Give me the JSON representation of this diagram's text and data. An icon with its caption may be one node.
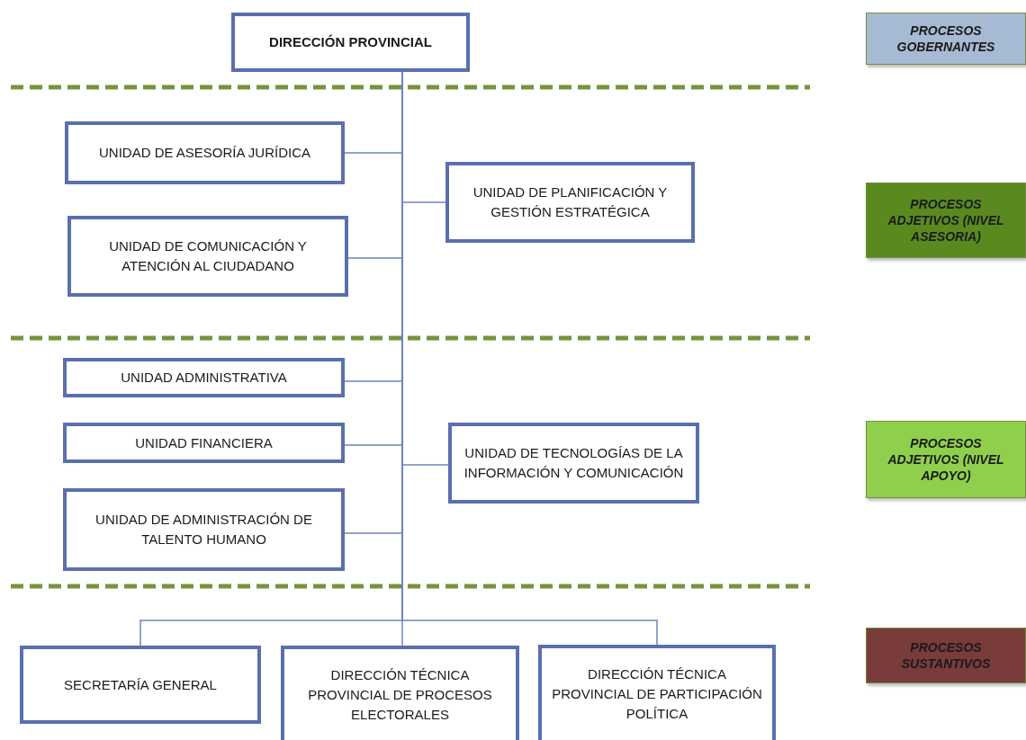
{
  "diagram": {
    "nodes": [
      {
        "text": [
          "DIRECCIÓN PROVINCIAL"
        ]
      },
      {
        "text": [
          "UNIDAD DE ASESORÍA JURÍDICA"
        ]
      },
      {
        "text": [
          "UNIDAD DE PLANIFICACIÓN Y GESTIÓN ESTRATÉGICA"
        ]
      },
      {
        "text": [
          "UNIDAD DE COMUNICACIÓN Y ATENCIÓN AL CIUDADANO"
        ]
      },
      {
        "text": [
          "UNIDAD ADMINISTRATIVA"
        ]
      },
      {
        "text": [
          "UNIDAD FINANCIERA"
        ]
      },
      {
        "text": [
          "UNIDAD DE TECNOLOGÍAS DE LA INFORMACIÓN Y COMUNICACIÓN"
        ]
      },
      {
        "text": [
          "UNIDAD DE ADMINISTRACIÓN DE TALENTO HUMANO"
        ]
      },
      {
        "text": [
          "SECRETARÍA GENERAL"
        ]
      },
      {
        "text": [
          "DIRECCIÓN TÉCNICA PROVINCIAL DE PROCESOS ELECTORALES"
        ]
      },
      {
        "text": [
          "DIRECCIÓN TÉCNICA PROVINCIAL DE PARTICIPACIÓN POLÍTICA"
        ]
      }
    ],
    "edges": [
      {
        "from": 0,
        "to": 1,
        "arrow": "none"
      },
      {
        "from": 0,
        "to": 2,
        "arrow": "none"
      },
      {
        "from": 0,
        "to": 3,
        "arrow": "none"
      },
      {
        "from": 0,
        "to": 4,
        "arrow": "none"
      },
      {
        "from": 0,
        "to": 5,
        "arrow": "none"
      },
      {
        "from": 0,
        "to": 6,
        "arrow": "none"
      },
      {
        "from": 0,
        "to": 7,
        "arrow": "none"
      },
      {
        "from": 0,
        "to": 8,
        "arrow": "none"
      },
      {
        "from": 0,
        "to": 9,
        "arrow": "none"
      },
      {
        "from": 0,
        "to": 10,
        "arrow": "none"
      }
    ],
    "legend": [
      {
        "text": "PROCESOS GOBERNANTES",
        "color": "#a7bad3"
      },
      {
        "text": "PROCESOS ADJETIVOS (NIVEL ASESORIA)",
        "color": "#5a8a1f"
      },
      {
        "text": "PROCESOS ADJETIVOS (NIVEL APOYO)",
        "color": "#8fcf4c"
      },
      {
        "text": "PROCESOS SUSTANTIVOS",
        "color": "#7a3b3b"
      }
    ]
  }
}
